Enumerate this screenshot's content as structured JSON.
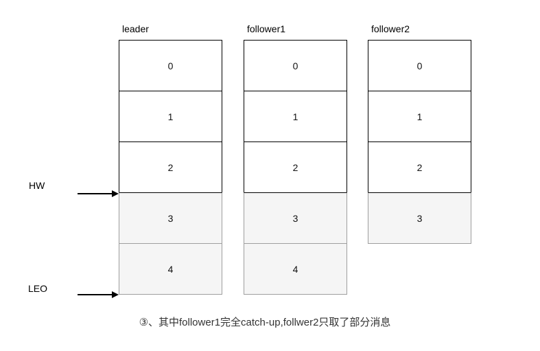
{
  "diagram": {
    "title_caption": "③、其中follower1完全catch-up,follwer2只取了部分消息",
    "columns": [
      {
        "label": "leader",
        "cells": [
          {
            "value": "0",
            "shaded": false
          },
          {
            "value": "1",
            "shaded": false
          },
          {
            "value": "2",
            "shaded": false
          },
          {
            "value": "3",
            "shaded": true
          },
          {
            "value": "4",
            "shaded": true
          }
        ]
      },
      {
        "label": "follower1",
        "cells": [
          {
            "value": "0",
            "shaded": false
          },
          {
            "value": "1",
            "shaded": false
          },
          {
            "value": "2",
            "shaded": false
          },
          {
            "value": "3",
            "shaded": true
          },
          {
            "value": "4",
            "shaded": true
          }
        ]
      },
      {
        "label": "follower2",
        "cells": [
          {
            "value": "0",
            "shaded": false
          },
          {
            "value": "1",
            "shaded": false
          },
          {
            "value": "2",
            "shaded": false
          },
          {
            "value": "3",
            "shaded": true
          }
        ]
      }
    ],
    "markers": {
      "hw": {
        "label": "HW"
      },
      "leo": {
        "label": "LEO"
      }
    },
    "colors": {
      "cell_border": "#000000",
      "shaded_cell_fill": "#f5f5f5",
      "shaded_cell_border": "#9e9e9e",
      "caption_text": "#333333",
      "label_text": "#000000",
      "arrow": "#000000"
    }
  }
}
